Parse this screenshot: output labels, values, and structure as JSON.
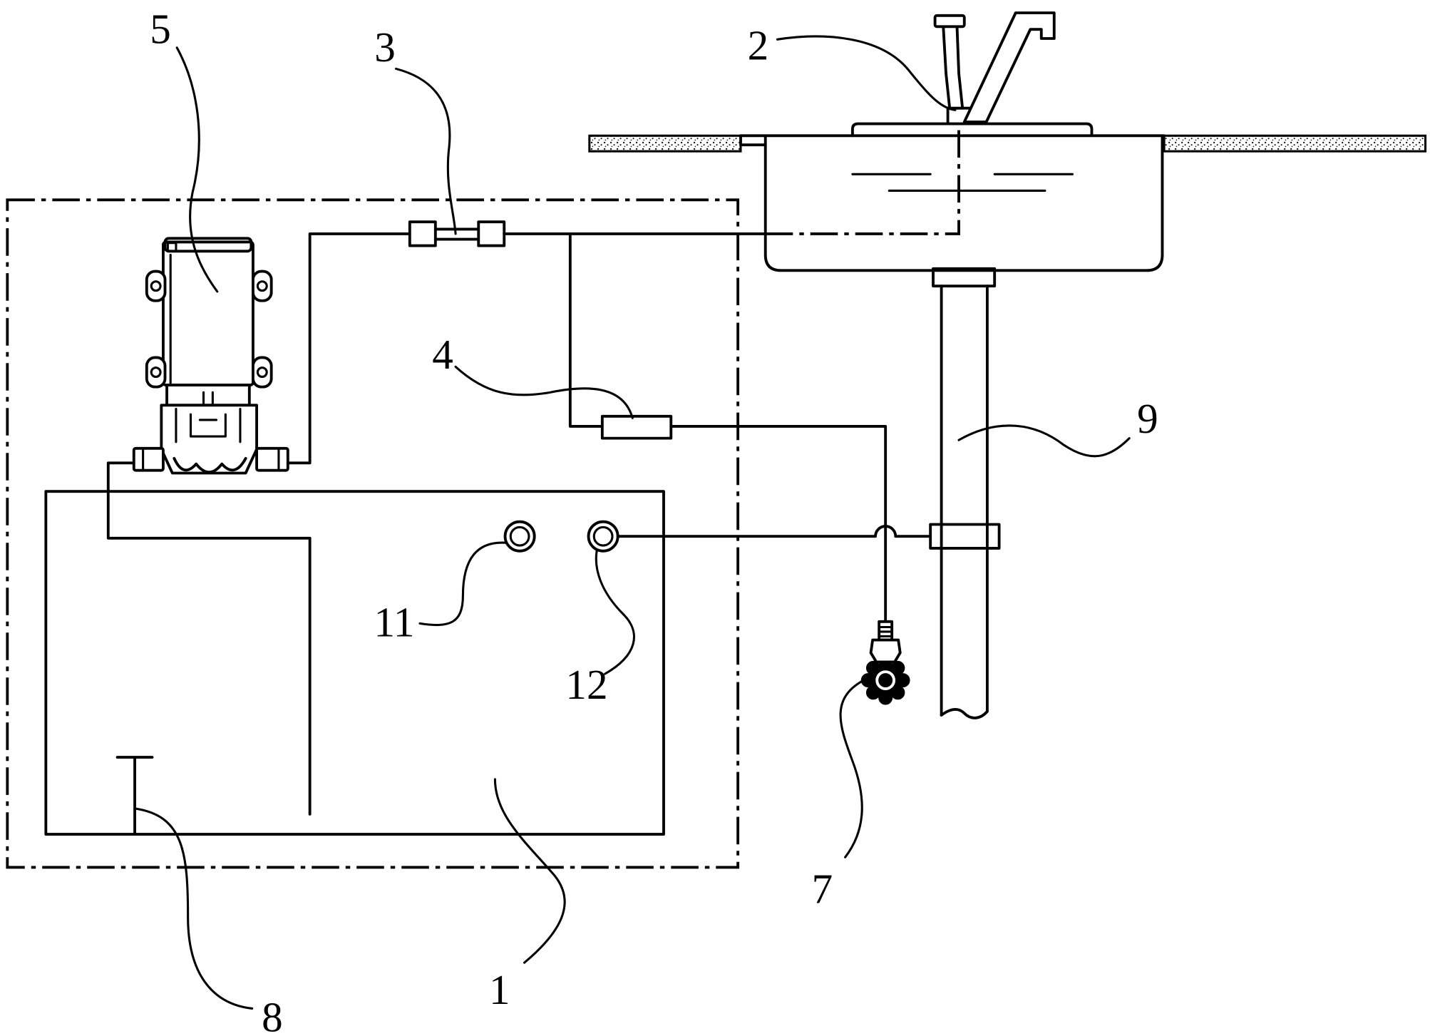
{
  "callouts": {
    "c1": "1",
    "c2": "2",
    "c3": "3",
    "c4": "4",
    "c5": "5",
    "c7": "7",
    "c8": "8",
    "c9": "9",
    "c11": "11",
    "c12": "12"
  },
  "colors": {
    "line": "#000000",
    "background": "#ffffff",
    "stipple": "#000000"
  }
}
